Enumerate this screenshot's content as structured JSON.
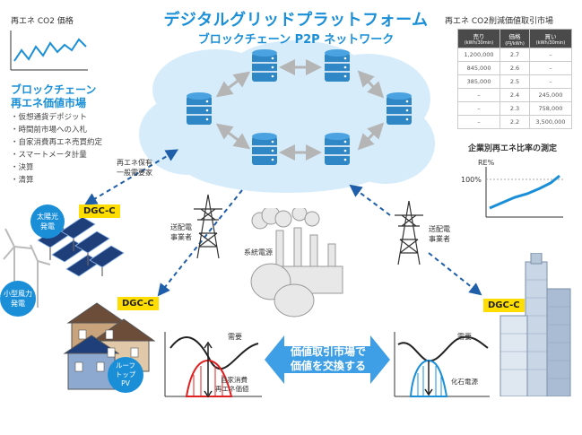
{
  "header": {
    "title": "デジタルグリッドプラットフォーム",
    "subtitle": "ブロックチェーン P2P ネットワーク"
  },
  "co2_price": {
    "label": "再エネ CO2 価格"
  },
  "market_left": {
    "heading_line1": "ブロックチェーン",
    "heading_line2": "再エネ価値市場",
    "items": [
      "・仮想通貨デポジット",
      "・時間前市場への入札",
      "・自家消費再エネ売買約定",
      "・スマートメータ計量",
      "・決算",
      "・清算"
    ]
  },
  "market_right": {
    "title": "再エネ CO2削減価値取引市場",
    "columns": [
      {
        "main": "売り",
        "sub": "(kWh/30min)"
      },
      {
        "main": "価格",
        "sub": "(円/kWh)"
      },
      {
        "main": "買い",
        "sub": "(kWh/30min)"
      }
    ],
    "rows": [
      [
        "1,200,000",
        "2.7",
        "–"
      ],
      [
        "845,000",
        "2.6",
        "–"
      ],
      [
        "385,000",
        "2.5",
        "–"
      ],
      [
        "–",
        "2.4",
        "245,000"
      ],
      [
        "–",
        "2.3",
        "758,000"
      ],
      [
        "–",
        "2.2",
        "3,500,000"
      ]
    ]
  },
  "re_ratio": {
    "title": "企業別再エネ比率の測定",
    "y_label": "RE%",
    "y_tick": "100%"
  },
  "labels": {
    "re_holdings": "再エネ保有",
    "general_demand": "一般需要家",
    "transmission_left_1": "送配電",
    "transmission_left_2": "事業者",
    "transmission_right_1": "送配電",
    "transmission_right_2": "事業者",
    "system_power": "系統電源",
    "solar_1": "太陽光",
    "solar_2": "発電",
    "wind_1": "小型風力",
    "wind_2": "発電",
    "rooftop_1": "ルーフ",
    "rooftop_2": "トップ",
    "rooftop_3": "PV",
    "dgc_1": "DGC-C",
    "dgc_2": "DGC-C",
    "dgc_3": "DGC-C",
    "demand_left": "需要",
    "demand_right": "需要",
    "self_consumption_1": "自家消費",
    "self_consumption_2": "再エネ価値",
    "fossil": "化石電源",
    "exchange_1": "価値取引市場で",
    "exchange_2": "価値を交換する"
  },
  "colors": {
    "accent": "#1a8fd8",
    "tag": "#ffdd00",
    "cloud": "#d6ecfb",
    "server": "#2f87c6"
  }
}
